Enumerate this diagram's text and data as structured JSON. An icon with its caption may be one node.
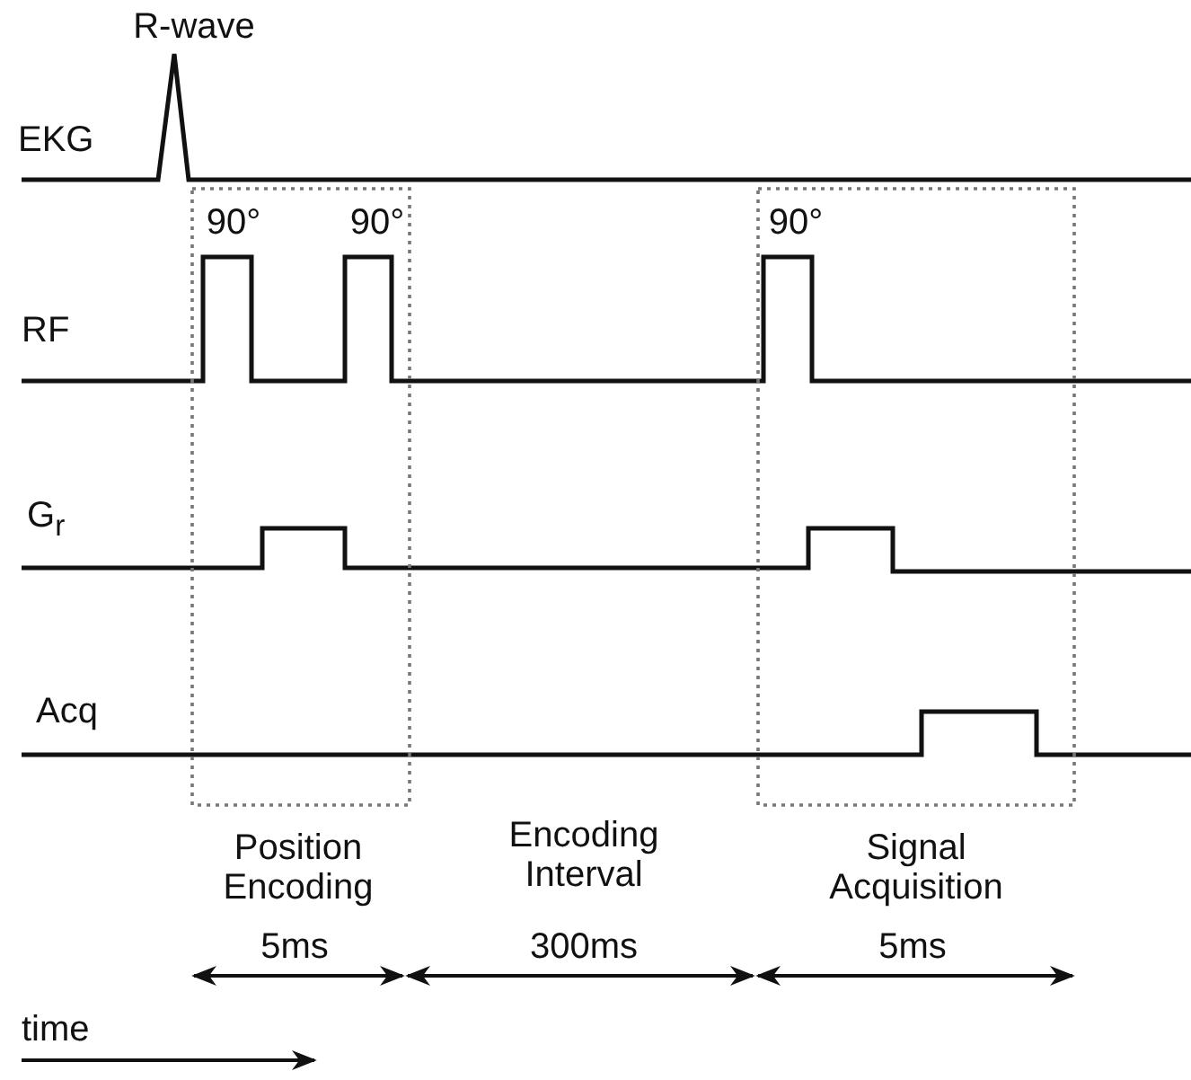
{
  "diagram": {
    "labels": [
      "R-wave",
      "EKG",
      "90°",
      "90°",
      "90°",
      "RF",
      "G$_{r}$",
      "Acq",
      "Position Encoding",
      "5ms",
      "Encoding Interval",
      "300ms",
      "Signal Acquisition",
      "5ms",
      "time"
    ]
  }
}
